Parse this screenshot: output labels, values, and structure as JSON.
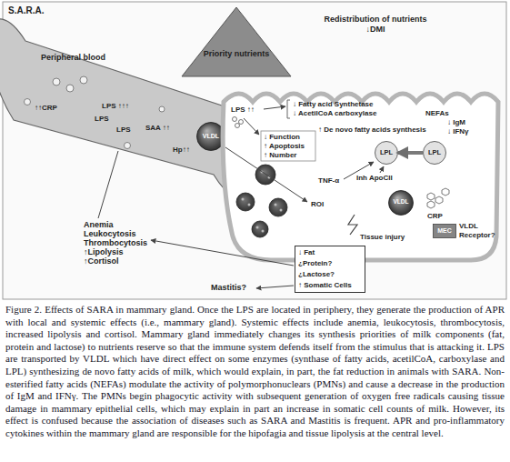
{
  "diagram": {
    "title": "S.A.R.A.",
    "caption": "Figure 2. Effects of SARA in mammary gland. Once the LPS are located in periphery, they generate the production of APR with local and systemic effects (i.e., mammary gland). Systemic effects include anemia, leukocytosis, thrombocytosis, increased lipolysis and cortisol. Mammary gland immediately changes its synthesis priorities of milk components (fat, protein and lactose) to nutrients reserve so that the immune system defends itself from the stimulus that is attacking it. LPS are transported by VLDL which have direct effect on some enzymes (synthase of fatty acids, acetilCoA, carboxylase and LPL) synthesizing de novo fatty acids of milk, which would explain, in part, the fat reduction in animals with SARA. Non-esterified fatty acids (NEFAs) modulate the activity of polymorphonuclears (PMNs) and cause a decrease in the production of IgM and IFNγ. The PMNs begin phagocytic activity with subsequent generation of oxygen free radicals causing tissue damage in mammary epithelial cells, which may explain in part an increase in somatic cell counts of milk. However, its effect is confused because the association of diseases such as SARA and Mastitis is frequent. APR and pro-inflammatory cytokines within the mammary gland are responsible for the hipofagia and tissue lipolysis at the central level.",
    "nodes": [
      {
        "text": [
          "Peripheral blood"
        ]
      },
      {
        "text": [
          "VLDL"
        ],
        "in": 0
      },
      {
        "text": [
          "Priority nutrients"
        ]
      },
      {
        "text": [
          "Redistribution of nutrients ↓DMI"
        ]
      },
      {
        "text": [
          "LPL"
        ],
        "in": 3
      },
      {
        "text": [
          "LPL"
        ],
        "in": 3
      },
      {
        "text": [
          "VLDL"
        ],
        "in": 3
      },
      {
        "text": [
          "MEC"
        ],
        "in": 3
      },
      {
        "text": [
          "↓ Fat",
          "¿Protein?",
          "¿Lactose?",
          "↑ Somatic Cells"
        ]
      }
    ],
    "edges": [
      {
        "from": 5,
        "to": 4,
        "arrow": "to"
      }
    ],
    "labels": [
      "↑↑CRP",
      "LPS ↑↑↑",
      "LPS",
      "LPS",
      "SAA ↑↑",
      "Hp↑↑",
      "LPS ↑↑",
      "↓ Fatty acid Synthetase",
      "↓ AcetilCoA carboxylase",
      "↑ De novo fatty acids synthesis",
      "NEFAs",
      "↓ IgM",
      "↓ IFNγ",
      "↓ Function",
      "↑ Apoptosis",
      "↑ Number",
      "TNF-α",
      "Inh ApoCII",
      "ROI",
      "CRP",
      "Tissue injury",
      "VLDL Receptor?",
      "Anemia",
      "Leukocytosis",
      "Thrombocytosis",
      "↑Lipolysis",
      "↑Cortisol",
      "Mastitis?"
    ]
  }
}
